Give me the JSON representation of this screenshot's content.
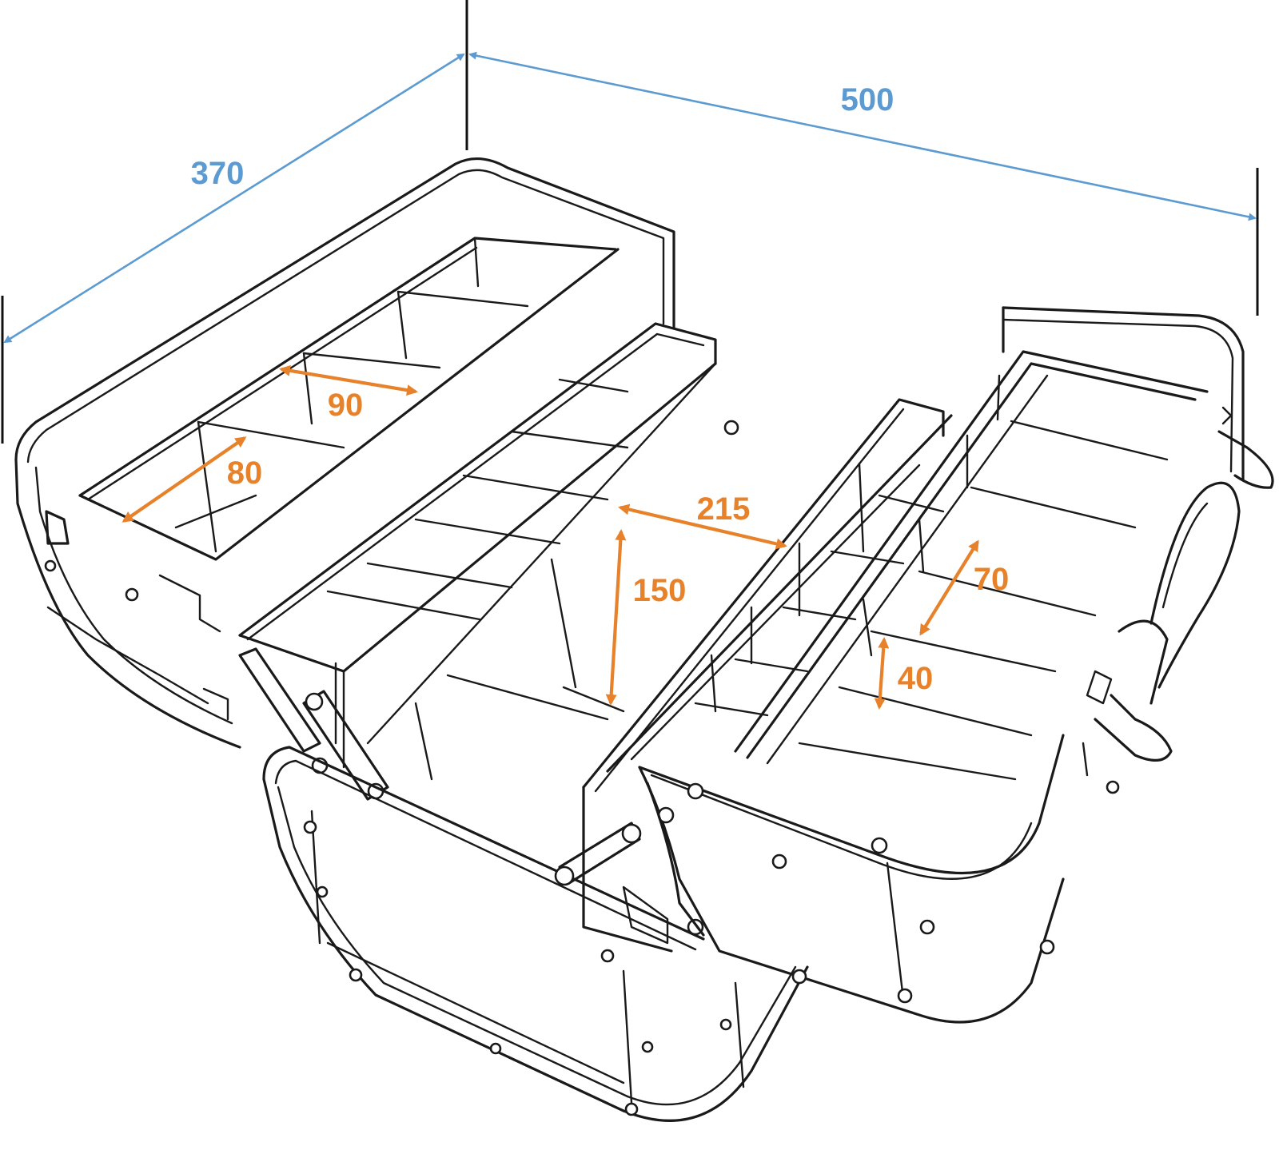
{
  "colors": {
    "outer_dimension": "#5b9bd1",
    "inner_dimension": "#e8822a",
    "line_art": "#1a1a1a",
    "background": "#ffffff"
  },
  "dimensions": {
    "depth": "370",
    "width": "500",
    "compartment_90": "90",
    "compartment_80": "80",
    "tray_215": "215",
    "height_150": "150",
    "compartment_70": "70",
    "height_40": "40"
  }
}
